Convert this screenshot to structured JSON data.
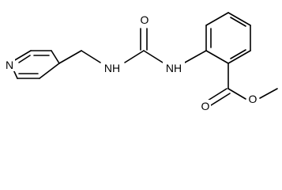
{
  "structure": {
    "atom_labels": {
      "pyridine_n": "N",
      "amine_nh_left": "NH",
      "carbonyl_o": "O",
      "amine_nh_right": "NH",
      "ester_carbonyl_o": "O",
      "ester_o": "O"
    }
  }
}
